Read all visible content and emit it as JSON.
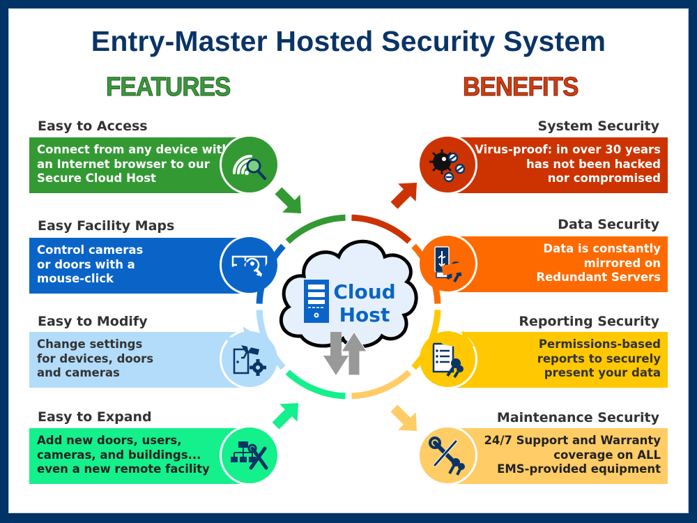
{
  "title": "Entry-Master Hosted Security System",
  "features_heading": "FEATURES",
  "benefits_heading": "BENEFITS",
  "colors": {
    "border": "#003366",
    "title": "#0a3466",
    "features_heading": "#3a9a3a",
    "benefits_heading": "#d23c12",
    "icon_navy": "#0a3466"
  },
  "features": [
    {
      "label": "Easy to Access",
      "lines": [
        "Connect from any device with",
        "an Internet browser to our",
        "Secure Cloud Host"
      ],
      "color": "#339933",
      "text_color": "#ffffff",
      "icon": "wifi-search-icon"
    },
    {
      "label": "Easy Facility Maps",
      "lines": [
        "Control cameras",
        "or doors with a",
        "mouse-click"
      ],
      "color": "#0a64c8",
      "text_color": "#ffffff",
      "icon": "floor-map-search-icon"
    },
    {
      "label": "Easy to Modify",
      "lines": [
        "Change settings",
        "for devices, doors",
        "and cameras"
      ],
      "color": "#b3dcfa",
      "text_color": "#333333",
      "icon": "door-camera-gear-icon"
    },
    {
      "label": "Easy to Expand",
      "lines": [
        "Add new doors, users,",
        "cameras, and buildings...",
        "even a new remote facility"
      ],
      "color": "#14f08c",
      "text_color": "#222222",
      "icon": "network-tools-icon"
    }
  ],
  "benefits": [
    {
      "label": "System Security",
      "lines": [
        "Virus-proof: in over 30 years",
        "has not been hacked",
        "nor compromised"
      ],
      "color": "#cc3300",
      "text_color": "#ffffff",
      "icon": "virus-blocked-icon"
    },
    {
      "label": "Data Security",
      "lines": [
        "Data is constantly",
        "mirrored on",
        "Redundant Servers"
      ],
      "color": "#ff6a00",
      "text_color": "#ffffff",
      "icon": "usb-keys-icon"
    },
    {
      "label": "Reporting Security",
      "lines": [
        "Permissions-based",
        "reports to securely",
        "present your data"
      ],
      "color": "#ffc800",
      "text_color": "#333333",
      "icon": "report-keys-icon"
    },
    {
      "label": "Maintenance Security",
      "lines": [
        "24/7 Support and Warranty",
        "coverage on ALL",
        "EMS-provided equipment"
      ],
      "color": "#ffcc66",
      "text_color": "#333333",
      "icon": "tools-keys-icon"
    }
  ],
  "center": {
    "line1": "Cloud",
    "line2": "Host",
    "text_color": "#0a64c8",
    "cloud_fill": "#e6f0fc",
    "arrow_color": "#999999"
  }
}
